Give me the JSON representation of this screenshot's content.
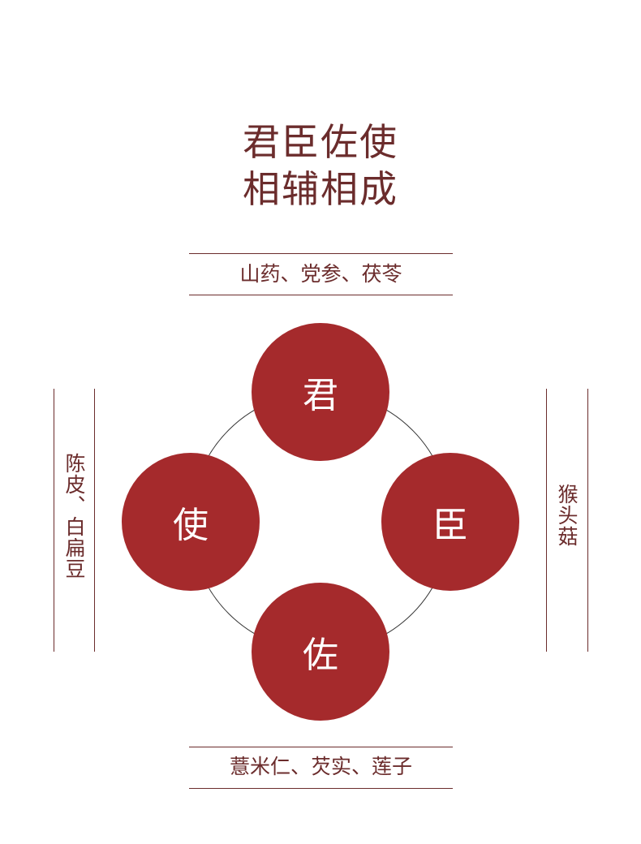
{
  "title": {
    "line1": "君臣佐使",
    "line2": "相辅相成"
  },
  "roles": {
    "jun": "君",
    "chen": "臣",
    "zuo": "佐",
    "shi": "使"
  },
  "herbs": {
    "top": "山药、党参、茯苓",
    "right": "猴头菇",
    "bottom": "薏米仁、芡实、莲子",
    "left": "陈皮、白扁豆"
  },
  "colors": {
    "text": "#6b2c2c",
    "circle": "#a52a2c"
  }
}
